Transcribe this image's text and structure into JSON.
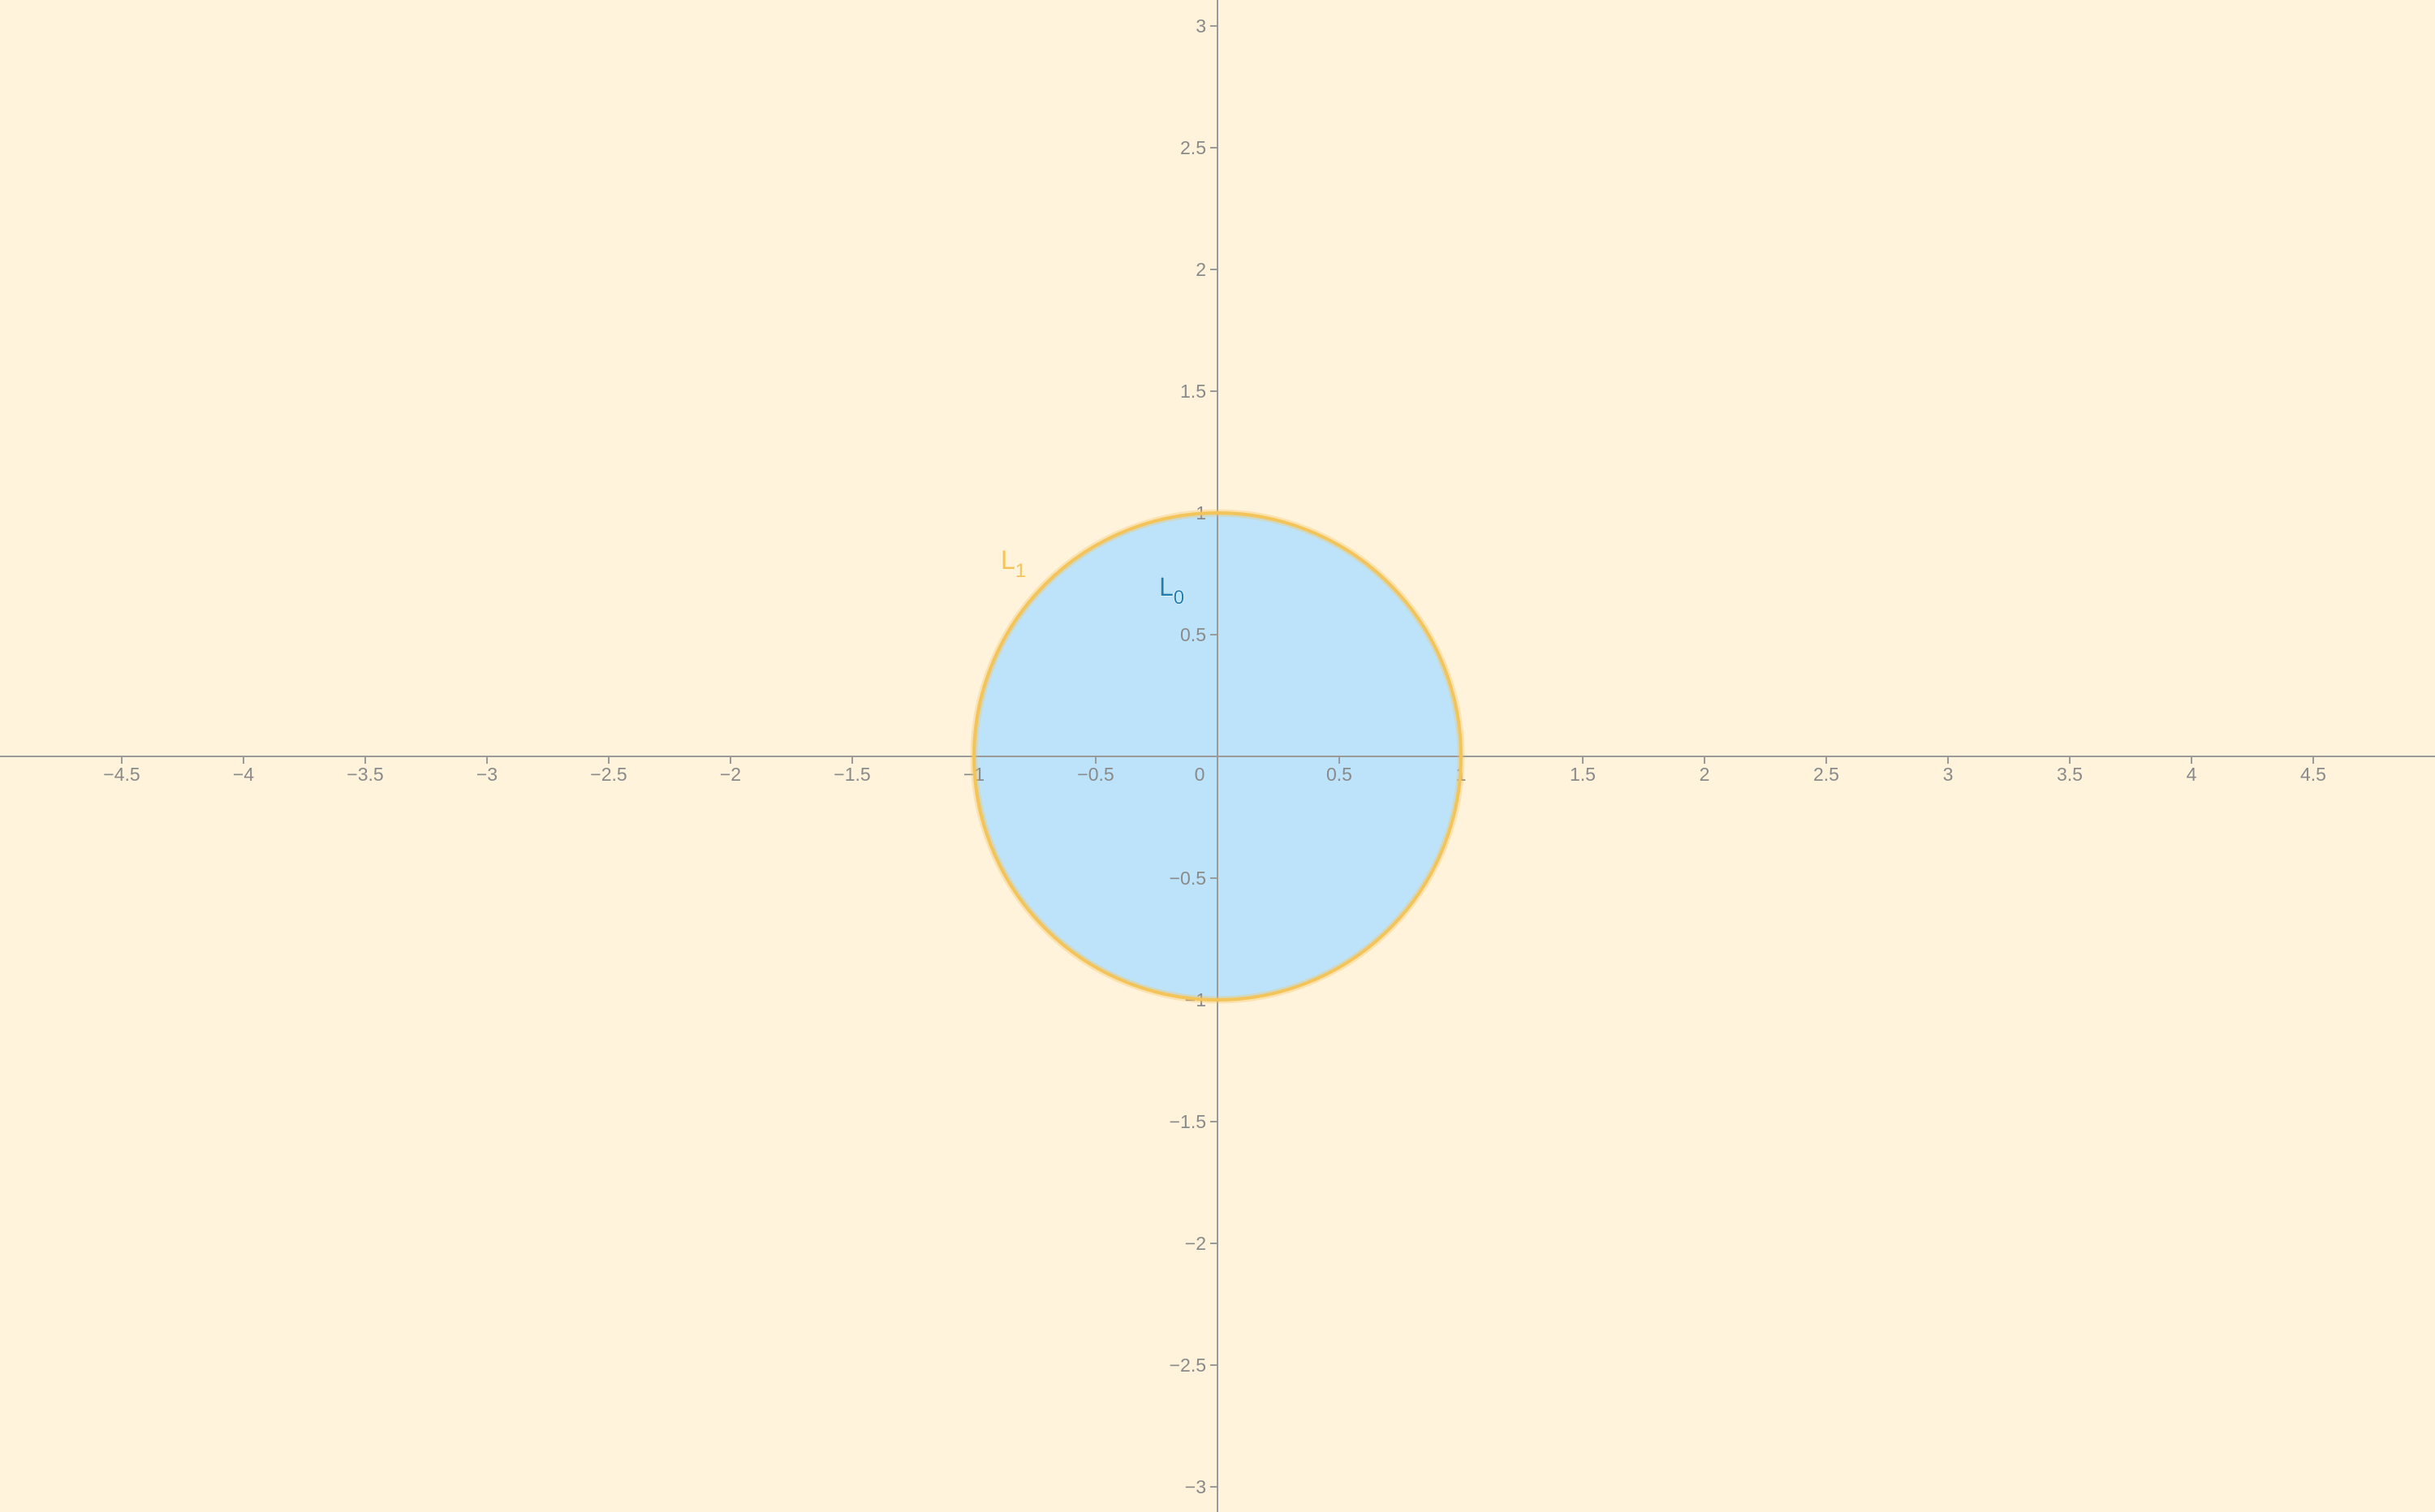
{
  "view": {
    "background": "#fff3dc",
    "axis_color": "#9a9a9a",
    "tick_label_color": "#8a8a8a",
    "x_range": [
      -5.0,
      5.0
    ],
    "y_range": [
      -3.1,
      3.1
    ],
    "grid": false
  },
  "axes": {
    "x_ticks": [
      -4.5,
      -4,
      -3.5,
      -3,
      -2.5,
      -2,
      -1.5,
      -1,
      -0.5,
      0,
      0.5,
      1,
      1.5,
      2,
      2.5,
      3,
      3.5,
      4,
      4.5
    ],
    "x_tick_labels": [
      "−4.5",
      "−4",
      "−3.5",
      "−3",
      "−2.5",
      "−2",
      "−1.5",
      "−1",
      "−0.5",
      "0",
      "0.5",
      "1",
      "1.5",
      "2",
      "2.5",
      "3",
      "3.5",
      "4",
      "4.5"
    ],
    "y_ticks": [
      3,
      2.5,
      2,
      1.5,
      1,
      0.5,
      -0.5,
      -1,
      -1.5,
      -2,
      -2.5,
      -3
    ],
    "y_tick_labels": [
      "3",
      "2.5",
      "2",
      "1.5",
      "1",
      "0.5",
      "−0.5",
      "−1",
      "−1.5",
      "−2",
      "−2.5",
      "−3"
    ]
  },
  "objects": {
    "L0": {
      "type": "disk",
      "center": [
        0,
        0
      ],
      "radius": 1,
      "fill": "#bde3fb",
      "label_main": "L",
      "label_sub": "0",
      "label_color": "#1f7fb0",
      "label_at": [
        -0.24,
        0.66
      ]
    },
    "L1": {
      "type": "circle",
      "center": [
        0,
        0
      ],
      "radius": 1,
      "stroke": "#f3c45a",
      "label_main": "L",
      "label_sub": "1",
      "label_color": "#f3c45a",
      "label_at": [
        -0.89,
        0.77
      ]
    }
  }
}
